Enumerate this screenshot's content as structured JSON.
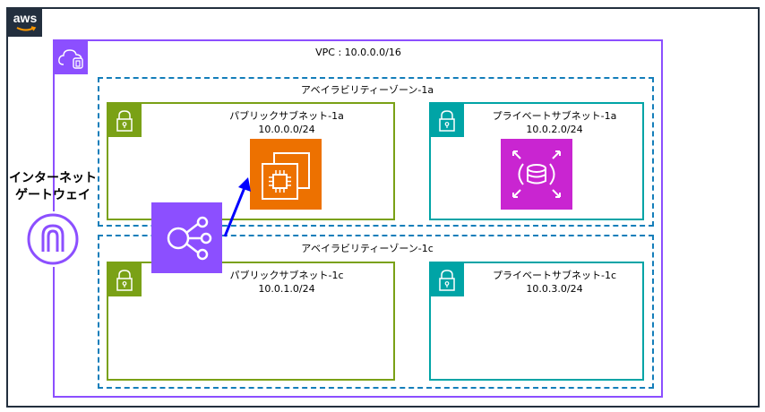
{
  "cloud": {
    "logo_text": "aws"
  },
  "vpc": {
    "label": "VPC : 10.0.0.0/16",
    "color": "#8C4FFF"
  },
  "internet_gateway": {
    "line1": "インターネット",
    "line2": "ゲートウェイ",
    "color": "#8C4FFF"
  },
  "az_a": {
    "label": "アベイラビリティーゾーン-1a",
    "color": "#147EBA"
  },
  "az_c": {
    "label": "アベイラビリティーゾーン-1c",
    "color": "#147EBA"
  },
  "subnets": {
    "public_1a": {
      "name": "パブリックサブネット-1a",
      "cidr": "10.0.0.0/24",
      "color": "#7AA116"
    },
    "private_1a": {
      "name": "プライベートサブネット-1a",
      "cidr": "10.0.2.0/24",
      "color": "#00A4A6"
    },
    "public_1c": {
      "name": "パブリックサブネット-1c",
      "cidr": "10.0.1.0/24",
      "color": "#7AA116"
    },
    "private_1c": {
      "name": "プライベートサブネット-1c",
      "cidr": "10.0.3.0/24",
      "color": "#00A4A6"
    }
  },
  "services": {
    "ec2": {
      "icon": "ec2-instance-icon",
      "color": "#ED7100"
    },
    "rds": {
      "icon": "rds-database-icon",
      "color": "#C925D1"
    },
    "elb": {
      "icon": "load-balancer-icon",
      "color": "#8C4FFF"
    }
  },
  "connection": {
    "color": "#0000FF"
  }
}
